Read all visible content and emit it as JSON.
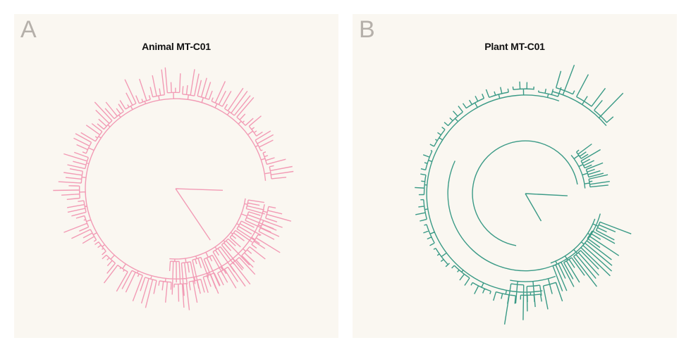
{
  "panels": [
    {
      "letter": "A",
      "title": "Animal MT-C01"
    },
    {
      "letter": "B",
      "title": "Plant MT-C01"
    }
  ],
  "colors": {
    "panel_bg": "#faf7f1",
    "label": "#b5b0aa",
    "animal": "#f29bb5",
    "plant": "#3a9a86"
  },
  "chart_data": [
    {
      "type": "circular-phylogenetic-tree",
      "title": "Animal MT-C01",
      "panel_label": "A",
      "color": "#f29bb5",
      "center": [
        229,
        248
      ],
      "root_edges": [
        {
          "angle_deg": 2,
          "length": 67
        },
        {
          "angle_deg": 56,
          "length": 88
        }
      ],
      "clades": [
        {
          "name": "main-ring",
          "backbone_radius": 128,
          "start_deg": 10,
          "end_deg": 355,
          "tips": 150,
          "tip_radius_min": 135,
          "tip_radius_max": 175,
          "seed": 7
        },
        {
          "name": "inner-lower-clade",
          "backbone_radius": 100,
          "start_deg": 8,
          "end_deg": 95,
          "tips": 40,
          "tip_radius_min": 110,
          "tip_radius_max": 155,
          "seed": 3
        }
      ]
    },
    {
      "type": "circular-phylogenetic-tree",
      "title": "Plant MT-C01",
      "panel_label": "B",
      "color": "#3a9a86",
      "center": [
        245,
        255
      ],
      "root_edges": [
        {
          "angle_deg": 3,
          "length": 60
        },
        {
          "angle_deg": 60,
          "length": 45
        }
      ],
      "clades": [
        {
          "name": "inner-ring",
          "backbone_radius": 75,
          "start_deg": 100,
          "end_deg": 350,
          "tips": 0,
          "seed": 1
        },
        {
          "name": "right-cluster",
          "backbone_radius": 85,
          "start_deg": 320,
          "end_deg": 355,
          "tips": 14,
          "tip_radius_min": 95,
          "tip_radius_max": 125,
          "seed": 11
        },
        {
          "name": "mid-ring",
          "backbone_radius": 110,
          "start_deg": 15,
          "end_deg": 205,
          "tips": 0,
          "seed": 2
        },
        {
          "name": "lower-right-cluster",
          "backbone_radius": 105,
          "start_deg": 20,
          "end_deg": 70,
          "tips": 22,
          "tip_radius_min": 120,
          "tip_radius_max": 170,
          "seed": 5
        },
        {
          "name": "outer-ring",
          "backbone_radius": 140,
          "start_deg": 80,
          "end_deg": 290,
          "tips": 60,
          "tip_radius_min": 145,
          "tip_radius_max": 160,
          "seed": 9
        },
        {
          "name": "top-right-cluster",
          "backbone_radius": 150,
          "start_deg": 285,
          "end_deg": 320,
          "tips": 10,
          "tip_radius_min": 160,
          "tip_radius_max": 200,
          "seed": 13
        },
        {
          "name": "bottom-cluster",
          "backbone_radius": 125,
          "start_deg": 70,
          "end_deg": 100,
          "tips": 10,
          "tip_radius_min": 140,
          "tip_radius_max": 195,
          "seed": 17
        }
      ]
    }
  ]
}
